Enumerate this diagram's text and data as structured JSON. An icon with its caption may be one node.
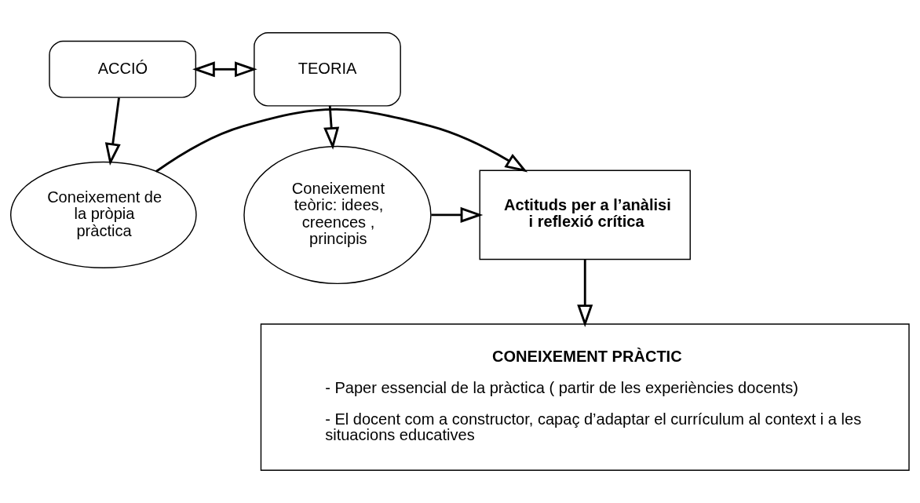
{
  "diagram": {
    "nodes": [
      {
        "text": [
          "ACCIÓ"
        ]
      },
      {
        "text": [
          "TEORIA"
        ]
      },
      {
        "text": [
          "Coneixement de la pròpia pràctica"
        ]
      },
      {
        "text": [
          "Actituds per a l’anàlisi i reflexió crítica"
        ]
      },
      {
        "text": [
          "Coneixement teòric: idees, creences , principis"
        ]
      },
      {
        "text": [
          "CONEIXEMENT PRÀCTIC",
          "- Paper essencial de la pràctica ( partir de les experiències docents)",
          "- El docent com a constructor, capaç d’adaptar el currículum al context i a les situacions educatives"
        ]
      }
    ],
    "edges": [
      {
        "from": 0,
        "to": 1,
        "arrow": "both"
      },
      {
        "from": 0,
        "to": 2,
        "arrow": "to"
      },
      {
        "from": 1,
        "to": 4,
        "arrow": "to"
      },
      {
        "from": 2,
        "to": 3,
        "arrow": "to"
      },
      {
        "from": 4,
        "to": 3,
        "arrow": "to"
      },
      {
        "from": 3,
        "to": 5,
        "arrow": "to"
      }
    ]
  }
}
